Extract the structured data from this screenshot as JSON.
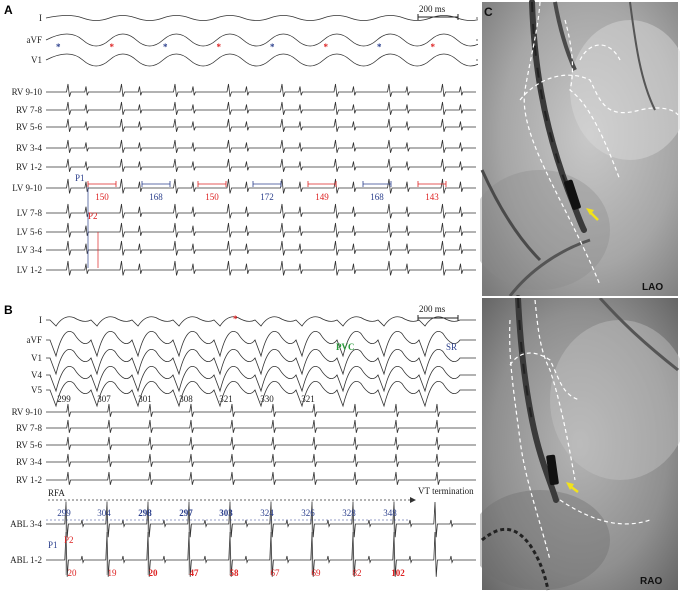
{
  "panel_a": {
    "letter": "A",
    "scale_label": "200 ms",
    "leads": [
      "I",
      "aVF",
      "V1",
      "RV 9-10",
      "RV 7-8",
      "RV 5-6",
      "RV 3-4",
      "RV 1-2",
      "LV 9-10",
      "LV 7-8",
      "LV 5-6",
      "LV 3-4",
      "LV 1-2"
    ],
    "asterisk": "*",
    "p1_label": "P1",
    "p2_label": "P2",
    "intervals": [
      "150",
      "168",
      "150",
      "172",
      "149",
      "168",
      "143"
    ]
  },
  "panel_b": {
    "letter": "B",
    "scale_label": "200 ms",
    "leads": [
      "I",
      "aVF",
      "V1",
      "V4",
      "V5",
      "RV 9-10",
      "RV 7-8",
      "RV 5-6",
      "RV 3-4",
      "RV 1-2",
      "ABL 3-4",
      "ABL 1-2"
    ],
    "asterisk": "*",
    "pvc_label": "PVC",
    "sr_label": "SR",
    "cycle_lengths": [
      "299",
      "307",
      "301",
      "308",
      "321",
      "330",
      "321"
    ],
    "rfa_label": "RFA",
    "vt_termination_label": "VT termination",
    "abl34_intervals": [
      "299",
      "304",
      "298",
      "297",
      "303",
      "324",
      "326",
      "328",
      "348"
    ],
    "p1_label": "P1",
    "p2_label": "P2",
    "abl12_intervals": [
      "20",
      "19",
      "20",
      "47",
      "58",
      "67",
      "69",
      "82",
      "102"
    ]
  },
  "panel_c": {
    "letter": "C",
    "lao_label": "LAO",
    "rao_label": "RAO"
  },
  "colors": {
    "blue_annotation": "#2b3f8c",
    "red_annotation": "#dd2222",
    "green_pvc": "#2a9a3a",
    "trace": "#333333"
  }
}
